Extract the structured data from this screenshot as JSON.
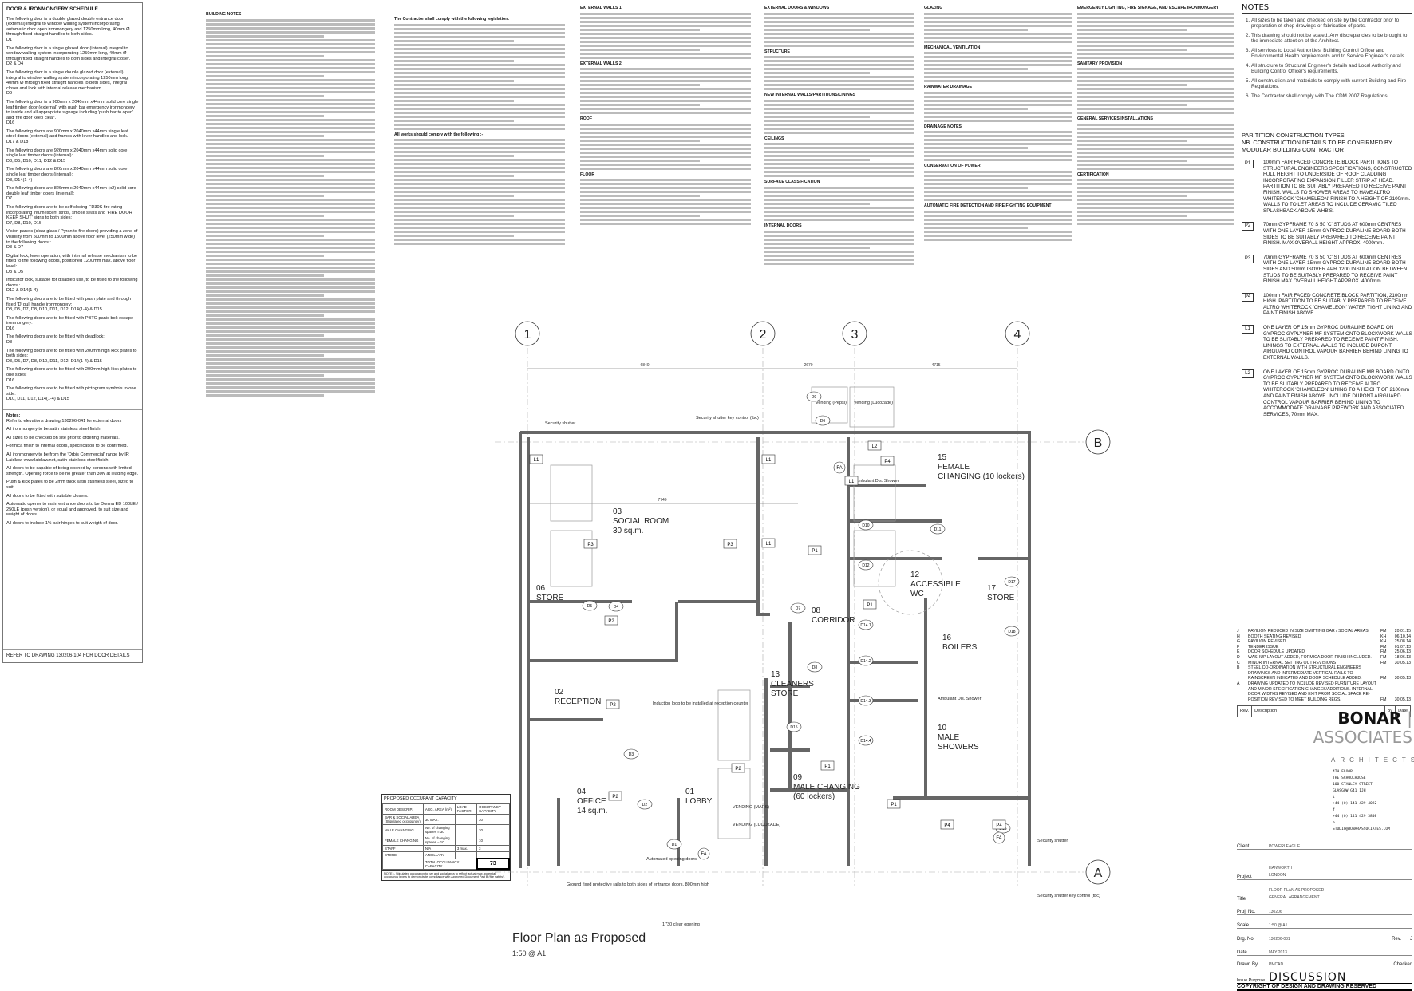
{
  "door_schedule": {
    "title": "DOOR & IRONMONGERY SCHEDULE",
    "items": [
      "The following door is a double glazed double entrance door (external) integral to window walling system incorporating automatic door open ironmongery and 1250mm long, 40mm Ø through fixed straight handles to both sides.\nD1",
      "The following door is a single glazed door (internal) integral to window walling system incorporating 1250mm long, 40mm Ø through fixed straight handles to both sides and integral closer.\nD2 & D4",
      "The following door is a single double glazed door (external) integral to window walling system incorporating 1250mm long, 40mm Ø through fixed straight handles to both sides, integral closer and lock with internal release mechanism.\nD9",
      "The following door is a 900mm x 2040mm x44mm solid core single leaf timber door (external) with push bar emergency ironmongery to inside and all appropriate signage including 'push bar to open' and 'fire door keep clear'.\nD16",
      "The following doors are 900mm x 2040mm x44mm single leaf steel doors (external) and frames with lever handles and lock.\nD17 & D18",
      "The following doors are 926mm x 2040mm x44mm solid core single leaf timber doors (internal):\nD3, D5, D10, D11, D12 & D15",
      "The following doors are 826mm x 2040mm x44mm solid core single leaf timber doors (internal):\nD8, D14(1-4)",
      "The following doors are 826mm x 2040mm x44mm (x2) solid core double leaf timber doors (internal):\nD7",
      "The following doors are to be self closing FD30S fire rating incorporating intumescent strips, smoke seals and 'FIRE DOOR KEEP SHUT' signs to both sides:\nD7, D8, D10, D15",
      "Vision panels (clear glass / Pyran to fire doors) providing a zone of visibility from 500mm to 1500mm above floor level (250mm wide) to the following doors :\nD3 & D7",
      "Digital lock, lever operation, with internal release mechanism to be fitted to the following doors, positioned 1200mm max. above floor level:\nD3 & D5",
      "Indicator lock, suitable for disabled use, to be fitted to the following doors :\nD12 & D14(1-4)",
      "The following doors are to be fitted with push plate and through fixed 'D' pull handle ironmongery:\nD3, D5, D7, D8, D10, D11, D12, D14(1-4) & D15",
      "The following doors are to be fitted with PBTO panic bolt escape ironmongery:\nD16",
      "The following doors are to be fitted with deadlock:\nD8",
      "The following doors are to be fitted with 200mm high kick plates to both sides:\nD3, D5, D7, D8, D10, D11, D12, D14(1-4) & D15",
      "The following doors are to be fitted with 200mm high kick plates to one sides:\nD16",
      "The following doors are to be fitted with pictogram symbols to one side:\nD10, D11, D12, D14(1-4) & D15"
    ],
    "notes_title": "Notes:",
    "notes": [
      "Refer to elevations drawing 130206-041 for external doors",
      "All ironmongery to be satin stainless steel finish.",
      "All sizes to be checked on site prior to ordering materials.",
      "Formica finish to internal doors, specification to be confirmed.",
      "All ironmongery to be from the 'Orbis Commercial' range by IR Laidlaw, www.laidlaw.net, satin stainless steel finish.",
      "All doors to be capable of being opened by persons with limited strength. Opening force to be no greater than 30N at leading edge.",
      "Push & kick plates to be 2mm thick satin stainless steel, sized to suit.",
      "All doors to be fitted with suitable closers.",
      "Automatic opener to main entrance doors to be Dorma ED 100LE / 250LE (push version), or equal and approved, to suit size and weight of doors.",
      "All doors to include 1½ pair hinges to suit weigth of door."
    ],
    "footer": "REFER TO DRAWING 130206-104 FOR DOOR DETAILS"
  },
  "spec_columns": [
    {
      "headings": [
        "BUILDING NOTES"
      ]
    },
    {
      "headings": [
        "The Contractor shall comply with the following legislation:",
        "All works should comply with the following :-"
      ]
    },
    {
      "headings": [
        "EXTERNAL WALLS 1",
        "EXTERNAL WALLS 2",
        "ROOF",
        "FLOOR"
      ]
    },
    {
      "headings": [
        "EXTERNAL DOORS & WINDOWS",
        "STRUCTURE",
        "NEW INTERNAL WALLS/PARTITIONS/LININGS",
        "CEILINGS",
        "SURFACE CLASSIFICATION",
        "INTERNAL DOORS"
      ]
    },
    {
      "headings": [
        "GLAZING",
        "MECHANICAL VENTILATION",
        "RAINWATER DRAINAGE",
        "DRAINAGE NOTES",
        "CONSERVATION OF POWER",
        "AUTOMATIC FIRE DETECTION AND FIRE FIGHTING EQUIPMENT"
      ]
    },
    {
      "headings": [
        "EMERGENCY LIGHTING, FIRE SIGNAGE, AND ESCAPE IRONMONGERY",
        "SANITARY PROVISION",
        "GENERAL SERVICES INSTALLATIONS",
        "CERTIFICATION"
      ]
    }
  ],
  "notes": {
    "title": "NOTES",
    "items": [
      "All sizes to be taken and checked on site by the Contractor prior to preparation of shop drawings or fabrication of parts.",
      "This drawing should not be scaled. Any discrepancies to be brought to the immediate attention of the Architect.",
      "All services to Local Authorities, Building Control Officer and Environmental Health requirements and to Service Engineer's details.",
      "All structure to Structural Engineer's details and Local Authority and Building Control Officer's requirements.",
      "All construction and materials to comply with current Building and Fire Regulations.",
      "The Contractor shall comply with The CDM 2007 Regulations."
    ]
  },
  "partitions": {
    "title": "PARITITION CONSTRUCTION TYPES\nNB. CONSTRUCTION DETAILS TO BE CONFIRMED BY MODULAR BUILDING CONTRACTOR",
    "types": [
      {
        "tag": "P1",
        "text": "100mm FAIR FACED CONCRETE BLOCK PARTITIONS TO STRUCTURAL ENGINEERS SPECIFICATIONS, CONSTRUCTED FULL HEIGHT TO UNDERSIDE OF ROOF CLADDING INCORPORATING EXPANSION FILLER STRIP AT HEAD. PARTITION TO BE SUITABLY PREPARED TO RECEIVE PAINT FINISH. WALLS TO SHOWER AREAS TO HAVE ALTRO WHITEROCK 'CHAMELEON' FINISH TO A HEIGHT OF 2100mm. WALLS TO TOILET AREAS TO INCLUDE CERAMIC TILED SPLASHBACK ABOVE WHB'S."
      },
      {
        "tag": "P2",
        "text": "70mm GYPFRAME 70 S 50 'C' STUDS AT 600mm CENTRES WITH ONE LAYER 15mm GYPROC DURALINE BOARD BOTH SIDES TO BE SUITABLY PREPARED TO RECEIVE PAINT FINISH. MAX OVERALL HEIGHT APPROX. 4000mm."
      },
      {
        "tag": "P3",
        "text": "70mm GYPFRAME 70 S 50 'C' STUDS AT 600mm CENTRES WITH ONE LAYER 15mm GYPROC DURALINE BOARD BOTH SIDES AND 50mm ISOVER APR 1200 INSULATION BETWEEN STUDS TO BE SUITABLY PREPARED TO RECEIVE PAINT FINISH MAX OVERALL HEIGHT APPROX. 4000mm."
      },
      {
        "tag": "P4",
        "text": "100mm FAIR FACED CONCRETE BLOCK PARTITION, 2100mm HIGH. PARTITION TO BE SUITABLY PREPARED TO RECEIVE ALTRO WHITEROCK 'CHAMELEON' WATER TIGHT LINING AND PAINT FINISH ABOVE."
      },
      {
        "tag": "L1",
        "text": "ONE LAYER OF 15mm GYPROC DURALINE BOARD ON GYPROC GYPLYNER MF SYSTEM ONTO BLOCKWORK WALLS TO BE SUITABLY PREPARED TO RECEIVE PAINT FINISH. LININGS TO EXTERNAL WALLS TO INCLUDE DUPONT AIRGUARD CONTROL VAPOUR BARRIER BEHIND LINING TO EXTERNAL WALLS."
      },
      {
        "tag": "L2",
        "text": "ONE LAYER OF 15mm GYPROC DURALINE MR BOARD ONTO GYPROC GYPLYNER MF SYSTEM ONTO BLOCKWORK WALLS TO BE SUITABLY PREPARED TO RECEIVE ALTRO WHITEROCK 'CHAMELEON' LINING TO A HEIGHT OF 2100mm AND PAINT FINISH ABOVE. INCLUDE DUPONT AIRGUARD CONTROL VAPOUR BARRIER BEHIND LINING TO ACCOMMODATE DRAINAGE PIPEWORK AND ASSOCIATED SERVICES, 70mm MAX."
      }
    ]
  },
  "revisions": {
    "rows": [
      {
        "rev": "J",
        "desc": "PAVILION REDUCED IN SIZE OMITTING BAR / SOCIAL AREAS.",
        "by": "FM",
        "date": "20.01.15"
      },
      {
        "rev": "H",
        "desc": "BOOTH SEATING REVISED",
        "by": "KH",
        "date": "06.10.14"
      },
      {
        "rev": "G",
        "desc": "PAVILION REVISED",
        "by": "KH",
        "date": "25.08.14"
      },
      {
        "rev": "F",
        "desc": "TENDER ISSUE",
        "by": "FM",
        "date": "01.07.13"
      },
      {
        "rev": "E",
        "desc": "DOOR SCHEDULE UPDATED",
        "by": "FM",
        "date": "25.06.13"
      },
      {
        "rev": "D",
        "desc": "WASHUP LAYOUT ADDED, FORMICA DOOR FINISH INCLUDED.",
        "by": "FM",
        "date": "18.06.13"
      },
      {
        "rev": "C",
        "desc": "MINOR INTERNAL SETTING OUT REVISIONS",
        "by": "FM",
        "date": "30.05.13"
      },
      {
        "rev": "B",
        "desc": "STEEL CO-ORDINATION WITH STRUCTURAL ENGINEERS DRAWINGS AND INTERMEDIATE VERTICAL RAILS TO RAINSCREEN INDICATED AND DOOR SCHEDULE ADDED.",
        "by": "FM",
        "date": "30.05.13"
      },
      {
        "rev": "A",
        "desc": "DRAWING UPDATED TO INCLUDE REVISED FURNITURE LAYOUT AND MINOR SPECIFICATION CHANGES/ADDITIONS. INTERNAL DOOR WIDTHS REVISED AND EXIT FROM SOCIAL SPACE RE-POSITION REVISED TO MEET BUILDING REGS.",
        "by": "FM",
        "date": "30.05.13"
      }
    ],
    "head": {
      "rev": "Rev.",
      "desc": "Description",
      "by": "By",
      "date": "Date"
    }
  },
  "firm": {
    "name_a": "BONAR",
    "name_b": "| ASSOCIATES",
    "sub": "ARCHITECTS",
    "address": [
      "4TH FLOOR",
      "THE SCHOOLHOUSE",
      "100 STANLEY STREET",
      "GLASGOW   G41 1JH",
      "t",
      "+44 (0) 141 429 4022",
      "f",
      "+44 (0) 141 429 3808",
      "e",
      "STUDIO@BONARASSOCIATES.COM"
    ]
  },
  "title_block": {
    "client_label": "Client",
    "client": "POWERLEAGUE",
    "project_label": "Project",
    "project": "HANWORTH\nLONDON",
    "title_label": "Title",
    "title": "FLOOR PLAN AS PROPOSED\nGENERAL ARRANGEMENT",
    "projno_label": "Proj. No.",
    "projno": "130206",
    "scale_label": "Scale",
    "scale": "1:50 @ A1",
    "drg_label": "Drg. No.",
    "drg": "130206-031",
    "rev_label": "Rev.",
    "rev": "J",
    "date_label": "Date",
    "date": "MAY 2013",
    "drawn_label": "Drawn By",
    "drawn": "PMCAD",
    "checked_label": "Checked",
    "issue_label": "Issue Purpose",
    "issue": "DISCUSSION",
    "copyright": "COPYRIGHT OF DESIGN AND DRAWING RESERVED"
  },
  "plan": {
    "title": "Floor Plan as Proposed",
    "scale": "1:50 @ A1",
    "grid": [
      "1",
      "2",
      "3",
      "4",
      "A",
      "B"
    ],
    "dims": [
      "6840",
      "2670",
      "4715",
      "7740"
    ],
    "rooms": [
      {
        "num": "03",
        "name": "SOCIAL ROOM",
        "area": "30 sq.m."
      },
      {
        "num": "06",
        "name": "STORE",
        "area": ""
      },
      {
        "num": "02",
        "name": "RECEPTION",
        "area": ""
      },
      {
        "num": "04",
        "name": "OFFICE",
        "area": "14 sq.m."
      },
      {
        "num": "01",
        "name": "LOBBY",
        "area": ""
      },
      {
        "num": "08",
        "name": "CORRIDOR",
        "area": ""
      },
      {
        "num": "13",
        "name": "CLEANERS",
        "area": "STORE"
      },
      {
        "num": "09",
        "name": "MALE CHANGING",
        "area": "(60 lockers)"
      },
      {
        "num": "12",
        "name": "ACCESSIBLE",
        "area": "WC"
      },
      {
        "num": "17",
        "name": "STORE",
        "area": ""
      },
      {
        "num": "16",
        "name": "BOILERS",
        "area": ""
      },
      {
        "num": "10",
        "name": "MALE",
        "area": "SHOWERS"
      },
      {
        "num": "15",
        "name": "FEMALE",
        "area": "CHANGING (10 lockers)"
      }
    ],
    "labels": {
      "vend_mars": "VENDING (MARS)",
      "vend_luc": "VENDING (LUCOZADE)",
      "vend_pepsi": "Vending (Pepsi)",
      "vend_luc2": "Vending (Lucozade)",
      "shutter": "Security shutter",
      "shutter_key": "Security shutter key control (tbc)",
      "induction": "Induction loop to be installed at reception counter",
      "rails": "Ground fixed protective rails to both sides of entrance doors, 800mm high",
      "auto_doors": "Automated opening doors",
      "clear": "1730 clear opening",
      "amb_shower": "Ambulant Dis. Shower"
    },
    "doors": [
      "D1",
      "D2",
      "D3",
      "D4",
      "D5",
      "D6",
      "D7",
      "D8",
      "D9",
      "D10",
      "D11",
      "D12",
      "D14.1",
      "D14.2",
      "D14.3",
      "D14.4",
      "D15",
      "D16",
      "D17",
      "D18"
    ],
    "tags": [
      "L1",
      "L1",
      "L1",
      "L1",
      "P3",
      "P3",
      "P1",
      "P2",
      "P2",
      "P2",
      "P2",
      "P1",
      "P1",
      "P1",
      "P4",
      "L2",
      "P4",
      "P4",
      "FA",
      "FA",
      "FA"
    ]
  },
  "occupancy": {
    "title": "PROPOSED OCCUPANT CAPACITY",
    "headers": [
      "ROOM DESCRIP.",
      "AGG. AREA (m²)",
      "LOAD FACTOR",
      "OCCUPANCY CAPACITY"
    ],
    "rows": [
      [
        "BAR & SOCIAL AREA (Stipulated occupancy)",
        "30 MAX.",
        "",
        "30"
      ],
      [
        "MALE CHANGING",
        "No. of changing spaces = 30",
        "",
        "30"
      ],
      [
        "FEMALE CHANGING",
        "No. of changing spaces = 10",
        "",
        "10"
      ],
      [
        "STAFF",
        "N/A",
        "3 max.",
        "3"
      ],
      [
        "STORE",
        "ANCILLARY",
        "",
        "-"
      ]
    ],
    "total_label": "TOTAL OCCUPANCY CAPACITY",
    "total": "73",
    "note": "NOTE :- Stipulated occupancy to bar and social area to reflect actual max. potential occupancy levels to demonstrate compliance with Approved Document Part B (fire safety)."
  }
}
